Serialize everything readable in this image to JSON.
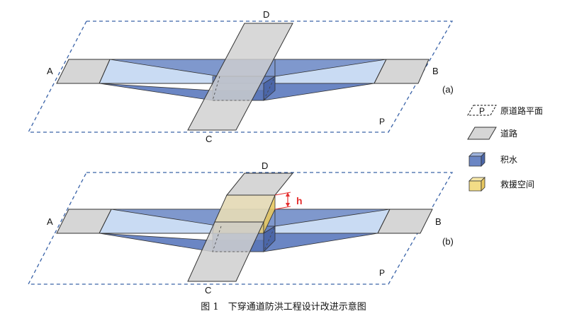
{
  "labels": {
    "a": {
      "A": "A",
      "B": "B",
      "C": "C",
      "D": "D",
      "P": "P",
      "panel": "(a)"
    },
    "b": {
      "A": "A",
      "B": "B",
      "C": "C",
      "D": "D",
      "P": "P",
      "panel": "(b)",
      "h": "h"
    }
  },
  "legend": {
    "items": [
      {
        "key": "P",
        "label": "原道路平面"
      },
      {
        "label": "道路"
      },
      {
        "label": "积水"
      },
      {
        "label": "救援空间"
      }
    ]
  },
  "caption": "图 1　下穿通道防洪工程设计改进示意图",
  "colors": {
    "plane_border": "#3a63a8",
    "road_fill": "#d6d6d6",
    "water_light": "#c9dbf3",
    "water_dark": "#6b86c4",
    "rescue_fill": "#f3dc86",
    "marker": "#e53030"
  }
}
